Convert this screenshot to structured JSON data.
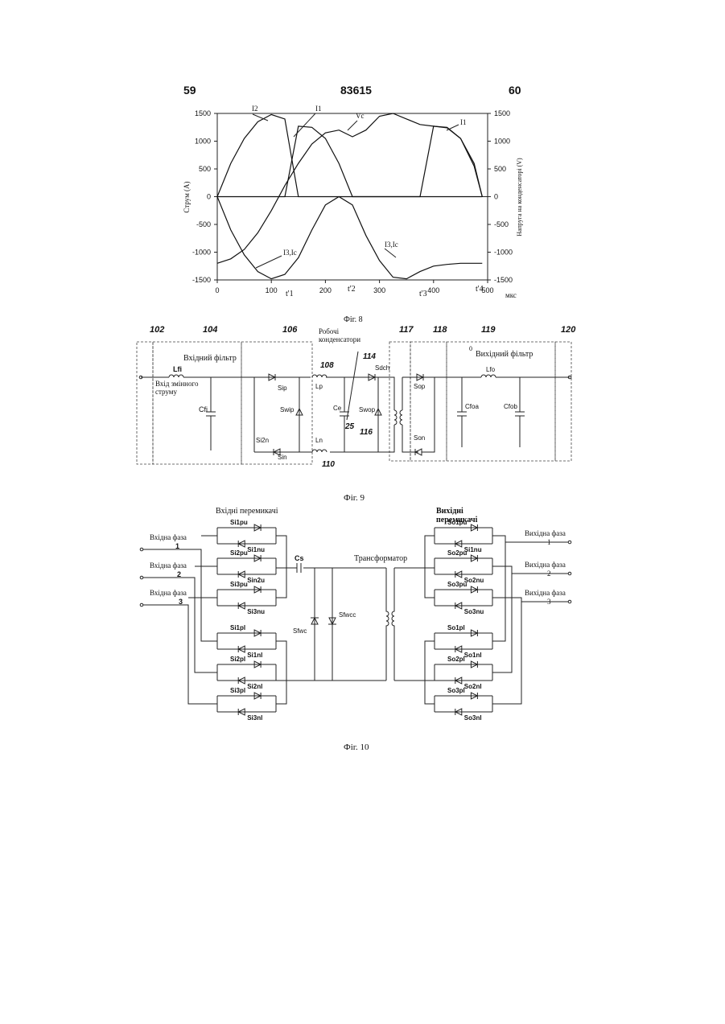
{
  "header": {
    "left_page": "59",
    "doc_number": "83615",
    "right_page": "60"
  },
  "fig8": {
    "caption": "Фіг. 8",
    "y_left_label": "Струм (А)",
    "y_right_label": "Напруга на конденсаторі (V)",
    "x_unit": "мкс",
    "curve_labels": {
      "i2": "I2",
      "i1a": "I1",
      "vc": "Vc",
      "i1b": "I1",
      "i3a": "I3,Ic",
      "i3b": "I3,Ic"
    },
    "time_marks": [
      "t'1",
      "t'2",
      "t'3",
      "t'4"
    ],
    "chart_data": {
      "type": "line",
      "x": [
        0,
        25,
        50,
        75,
        100,
        125,
        150,
        175,
        200,
        225,
        250,
        275,
        300,
        325,
        350,
        375,
        400,
        425,
        450,
        475,
        490
      ],
      "x_ticks": [
        0,
        100,
        200,
        300,
        400,
        500
      ],
      "y_left_ticks": [
        -1500,
        -1000,
        -500,
        0,
        500,
        1000,
        1500
      ],
      "y_right_ticks": [
        -1500,
        -1000,
        -500,
        0,
        500,
        1000,
        1500
      ],
      "xlim": [
        0,
        500
      ],
      "ylim": [
        -1500,
        1500
      ],
      "grid": false,
      "series": [
        {
          "name": "I2",
          "values": [
            0,
            600,
            1050,
            1350,
            1480,
            1400,
            0,
            0,
            0,
            0,
            0,
            0,
            0,
            0,
            0,
            0,
            0,
            0,
            0,
            0,
            0
          ]
        },
        {
          "name": "I1",
          "values": [
            0,
            0,
            0,
            0,
            0,
            0,
            1270,
            1250,
            1050,
            600,
            0,
            0,
            0,
            0,
            0,
            0,
            1270,
            1250,
            1050,
            600,
            0
          ]
        },
        {
          "name": "Vc",
          "values": [
            -1200,
            -1120,
            -950,
            -650,
            -250,
            200,
            600,
            950,
            1150,
            1200,
            1080,
            1200,
            1450,
            1500,
            1400,
            1300,
            1270,
            1240,
            1050,
            550,
            0
          ]
        },
        {
          "name": "I3,Ic",
          "values": [
            0,
            -600,
            -1050,
            -1350,
            -1480,
            -1400,
            -1100,
            -600,
            -150,
            0,
            -150,
            -700,
            -1150,
            -1450,
            -1480,
            -1350,
            -1250,
            -1220,
            -1200,
            -1200,
            -1200
          ]
        }
      ]
    }
  },
  "fig9": {
    "caption": "Фіг. 9",
    "block_numbers": [
      "102",
      "104",
      "106",
      "117",
      "118",
      "119",
      "120"
    ],
    "labels": {
      "input_filter": "Вхідний фільтр",
      "output_filter": "Вихідний фільтр",
      "working_caps": "Робочі конденсатори",
      "ac_input": "Вхід змінного струму",
      "out_zero": "0"
    },
    "components": {
      "Lfi": "Lfi",
      "Cfi": "Cfi",
      "Sip": "Sip",
      "Swip": "Swip",
      "Si2n": "Si2n",
      "Sin": "Sin",
      "Lp": "Lp",
      "Ln": "Ln",
      "Ce": "Ce",
      "Sdch": "Sdch",
      "Swop": "Swop",
      "Sop": "Sop",
      "Son": "Son",
      "Lfo": "Lfo",
      "Cfoa": "Cfoa",
      "Cfob": "Cfob"
    },
    "refs": {
      "r108": "108",
      "r110": "110",
      "r114": "114",
      "r116": "116",
      "r25": "25"
    }
  },
  "fig10": {
    "caption": "Фіг. 10",
    "input_switches_title": "Вхідні перемикачі",
    "output_switches_title": "Вихідні перемикачі",
    "transformer": "Трансформатор",
    "Cs": "Cs",
    "Sfwc": "Sfwc",
    "Sfwcc": "Sfwcc",
    "input_phases": [
      {
        "label": "Вхідна фаза",
        "num": "1"
      },
      {
        "label": "Вхідна фаза",
        "num": "2"
      },
      {
        "label": "Вхідна фаза",
        "num": "3"
      }
    ],
    "output_phases": [
      {
        "label": "Вихідна фаза",
        "num": "1"
      },
      {
        "label": "Вихідна фаза",
        "num": "2"
      },
      {
        "label": "Вихідна фаза",
        "num": "3"
      }
    ],
    "input_switches": [
      {
        "top": "Si1pu",
        "bot": "Si1nu"
      },
      {
        "top": "Si2pu",
        "bot": "Sin2u"
      },
      {
        "top": "Si3pu",
        "bot": "Si3nu"
      },
      {
        "top": "Si1pl",
        "bot": "Si1nl"
      },
      {
        "top": "Si2pl",
        "bot": "Si2nl"
      },
      {
        "top": "Si3pl",
        "bot": "Si3nl"
      }
    ],
    "output_switches": [
      {
        "top": "So1pu",
        "bot": "Si1nu"
      },
      {
        "top": "So2pu",
        "bot": "So2nu"
      },
      {
        "top": "So3pu",
        "bot": "So3nu"
      },
      {
        "top": "So1pl",
        "bot": "So1nl"
      },
      {
        "top": "So2pl",
        "bot": "So2nl"
      },
      {
        "top": "So3pl",
        "bot": "So3nl"
      }
    ]
  }
}
